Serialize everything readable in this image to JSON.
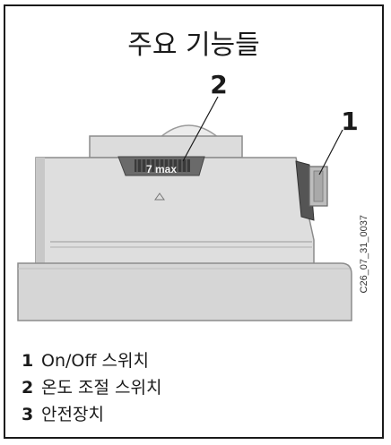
{
  "title": "주요 기능들",
  "callouts": {
    "c1": "1",
    "c2": "2"
  },
  "dial_label": "7 max",
  "figure_code": "C26_07_31_0037",
  "legend": [
    {
      "num": "1",
      "text": "On/Off 스위치"
    },
    {
      "num": "2",
      "text": "온도 조절 스위치"
    },
    {
      "num": "3",
      "text": "안전장치"
    }
  ]
}
